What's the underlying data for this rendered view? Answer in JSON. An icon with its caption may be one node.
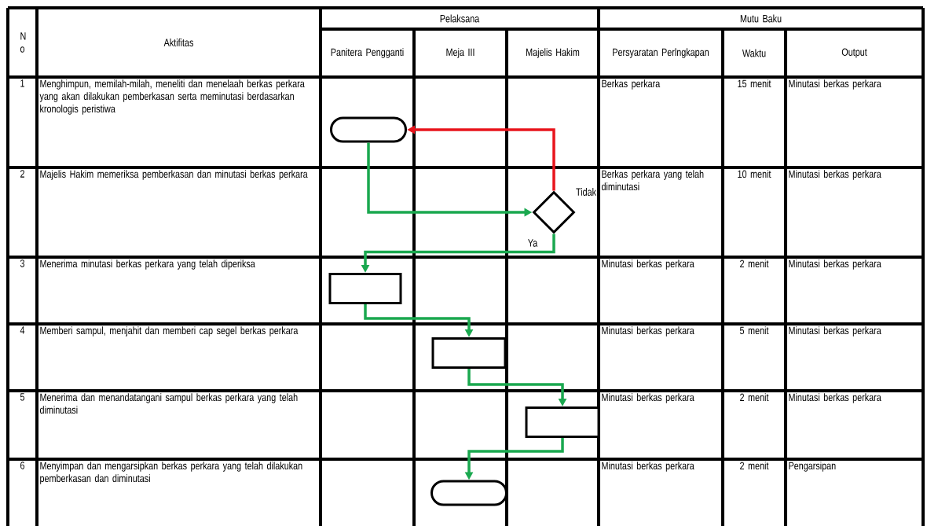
{
  "diagram": {
    "nodes": [
      {
        "text": [],
        "shape": "oval"
      },
      {
        "text": [],
        "shape": "diamond"
      },
      {
        "text": [],
        "shape": "box"
      },
      {
        "text": [],
        "shape": "box"
      },
      {
        "text": [],
        "shape": "box"
      },
      {
        "text": [],
        "shape": "oval"
      }
    ],
    "edges": [
      {
        "from": 0,
        "to": 1,
        "arrow": "to"
      },
      {
        "from": 1,
        "to": 0,
        "arrow": "to",
        "label": "Tidak",
        "color": "#e8141c"
      },
      {
        "from": 1,
        "to": 2,
        "arrow": "to",
        "label": "Ya"
      },
      {
        "from": 2,
        "to": 3,
        "arrow": "to"
      },
      {
        "from": 3,
        "to": 4,
        "arrow": "to"
      },
      {
        "from": 4,
        "to": 5,
        "arrow": "to"
      }
    ],
    "labels": [
      "N o",
      "Aktifitas",
      "Pelaksana",
      "Mutu Baku",
      "Panitera Pengganti",
      "Meja III",
      "Majelis Hakim",
      "Persyaratan Perlngkapan",
      "Waktu",
      "Output",
      "1",
      "Menghimpun, memilah-milah, meneliti dan menelaah berkas perkara yang akan dilakukan pemberkasan serta meminutasi berdasarkan kronologis peristiwa",
      "Berkas perkara",
      "15 menit",
      "Minutasi berkas perkara",
      "2",
      "Majelis Hakim memeriksa pemberkasan dan minutasi berkas perkara",
      "Berkas perkara yang telah diminutasi",
      "10 menit",
      "Minutasi berkas perkara",
      "3",
      "Menerima minutasi berkas perkara yang telah diperiksa",
      "Minutasi berkas perkara",
      "2 menit",
      "Minutasi berkas perkara",
      "4",
      "Memberi sampul, menjahit dan memberi cap segel berkas perkara",
      "Minutasi berkas perkara",
      "5 menit",
      "Minutasi berkas perkara",
      "5",
      "Menerima dan menandatangani sampul berkas perkara yang telah diminutasi",
      "Minutasi berkas perkara",
      "2 menit",
      "Minutasi berkas perkara",
      "6",
      "Menyimpan dan mengarsipkan berkas perkara yang telah dilakukan pemberkasan dan diminutasi",
      "Minutasi berkas perkara",
      "2 menit",
      "Pengarsipan"
    ]
  }
}
